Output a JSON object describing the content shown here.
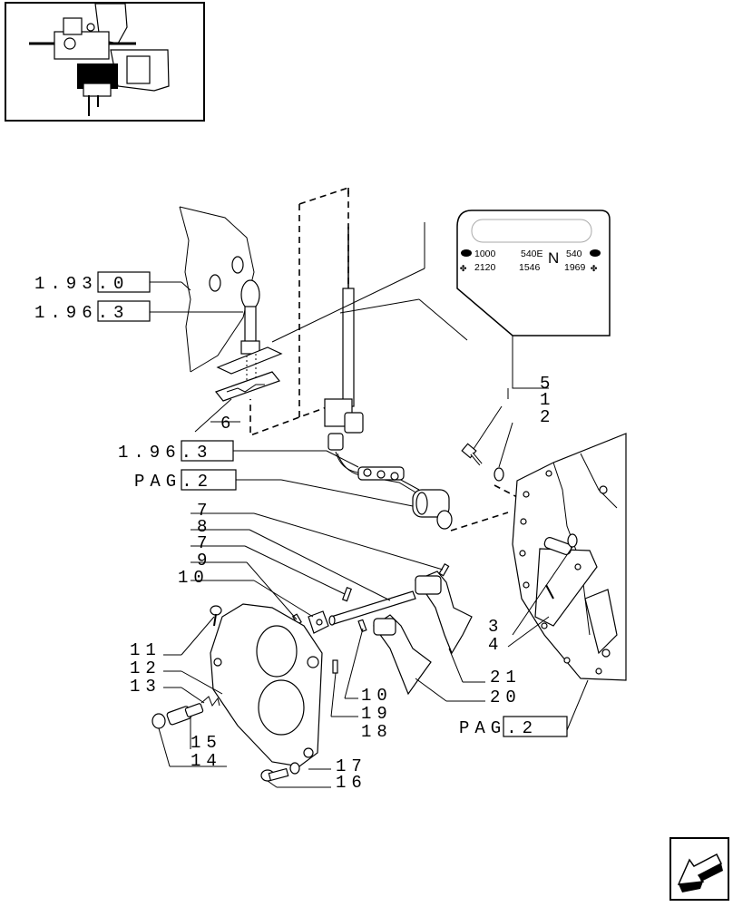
{
  "refs": {
    "r1": "1.93.0",
    "r2": "1.96.3",
    "r3": "1.96.3",
    "r4": "PAG.2",
    "r5": "PAG.2"
  },
  "labels": {
    "c1": "1",
    "c2": "2",
    "c3": "3",
    "c4": "4",
    "c5": "5",
    "c6": "6",
    "c7a": "7",
    "c8": "8",
    "c7b": "7",
    "c9": "9",
    "c10a": "10",
    "c11": "11",
    "c12": "12",
    "c13": "13",
    "c15": "15",
    "c14": "14",
    "c17": "17",
    "c16": "16",
    "c10b": "10",
    "c19": "19",
    "c18": "18",
    "c21": "21",
    "c20": "20"
  },
  "pto_plate": {
    "row1": [
      "1000",
      "540E",
      "N",
      "540"
    ],
    "row2": [
      "2120",
      "1546",
      "1969"
    ]
  },
  "icons": {
    "thumbnail": "assembly-thumbnail-icon",
    "nav": "next-page-arrow-icon"
  }
}
